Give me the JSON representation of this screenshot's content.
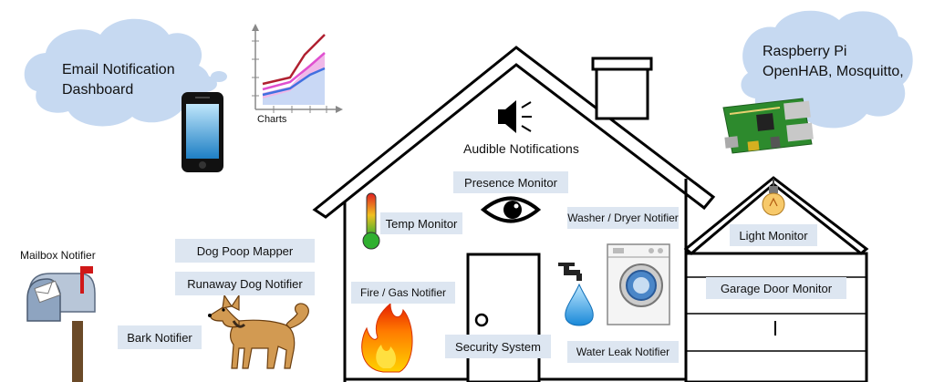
{
  "clouds": {
    "left_text_line1": "Email Notification",
    "left_text_line2": "Dashboard",
    "right_text_line1": "Raspberry Pi",
    "right_text_line2": "OpenHAB, Mosquitto,"
  },
  "charts_caption": "Charts",
  "audible_notifications": "Audible Notifications",
  "labels": {
    "presence_monitor": "Presence Monitor",
    "temp_monitor": "Temp Monitor",
    "washer_dryer_notifier": "Washer / Dryer Notifier",
    "light_monitor": "Light Monitor",
    "garage_door_monitor": "Garage Door Monitor",
    "fire_gas_notifier": "Fire / Gas Notifier",
    "security_system": "Security System",
    "water_leak_notifier": "Water Leak Notifier",
    "dog_poop_mapper": "Dog Poop Mapper",
    "runaway_dog_notifier": "Runaway Dog Notifier",
    "bark_notifier": "Bark Notifier",
    "mailbox_notifier": "Mailbox Notifier"
  },
  "colors": {
    "label_bg": "#dde6f1",
    "cloud_fill": "#c6d9f1",
    "house_outline": "#000000"
  }
}
